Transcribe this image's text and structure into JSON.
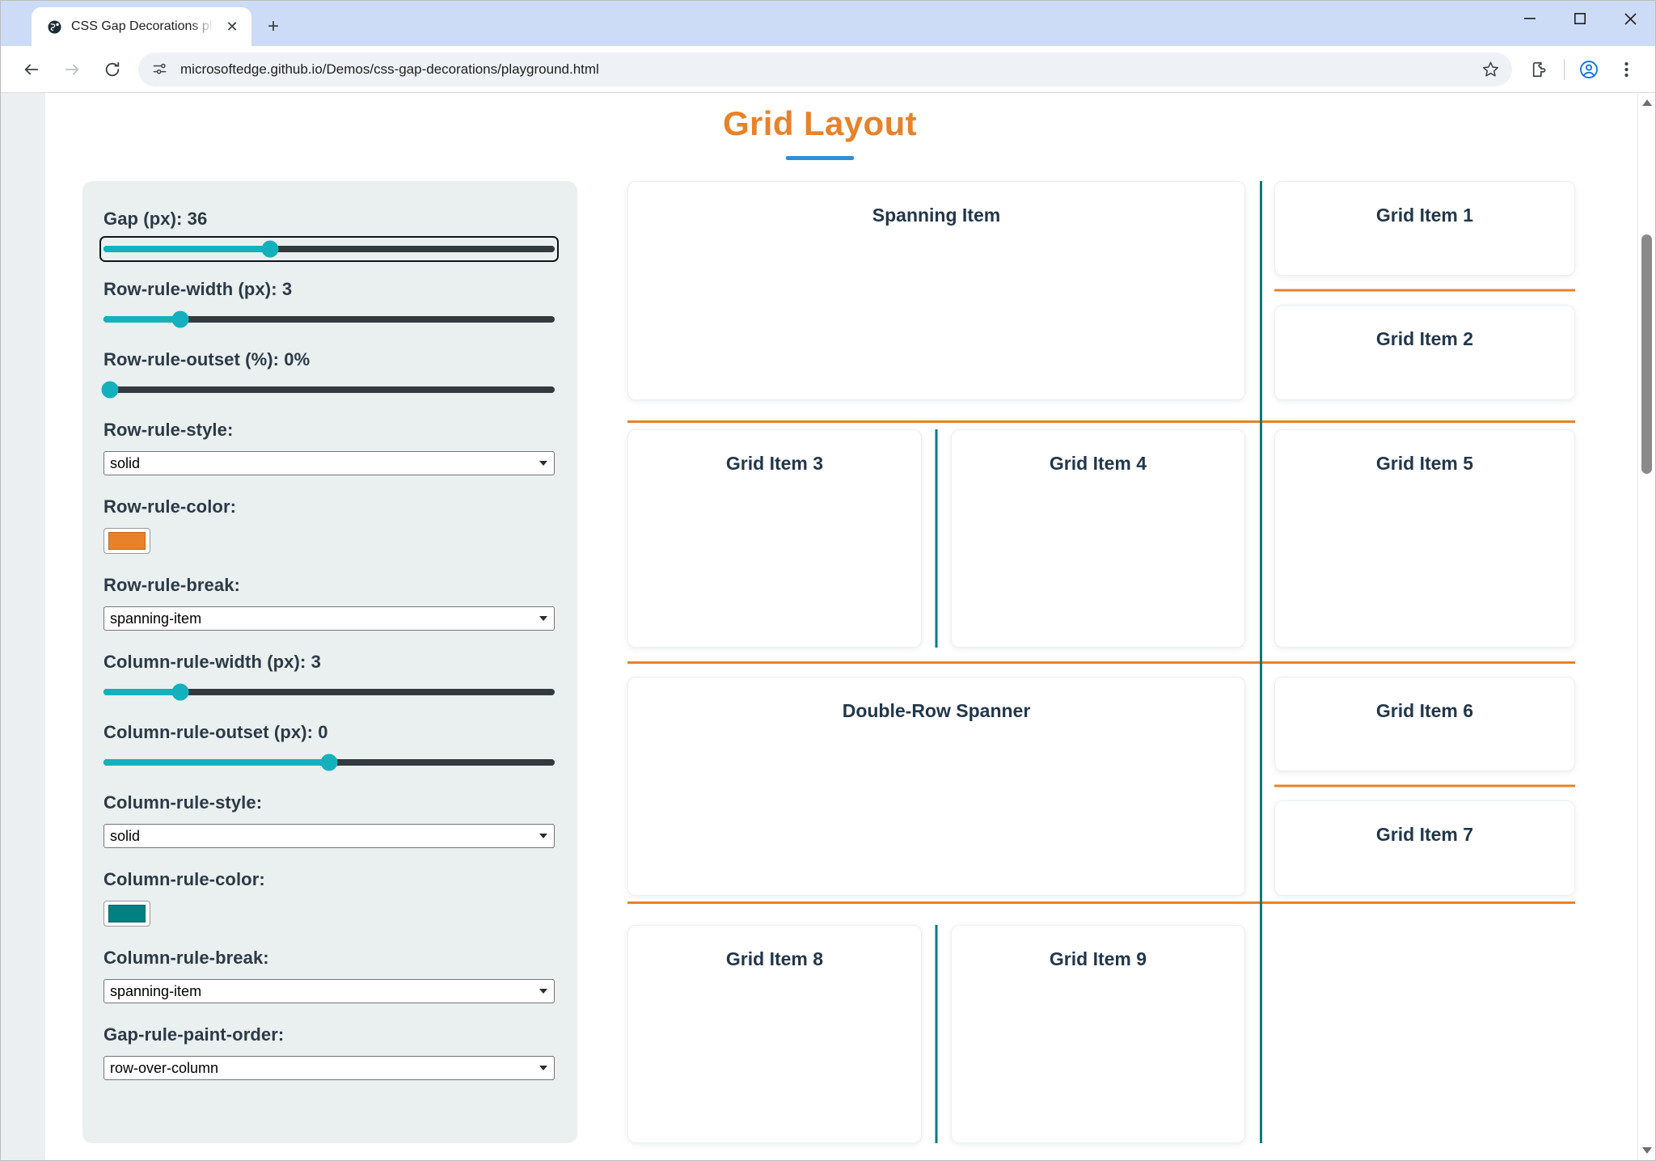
{
  "browser": {
    "tab": {
      "title": "CSS Gap Decorations playground",
      "favicon": "globe-icon",
      "close": "✕"
    },
    "new_tab_label": "+",
    "window_controls": {
      "minimize": "–",
      "maximize": "□",
      "close": "✕"
    },
    "nav": {
      "back": "←",
      "forward": "→",
      "reload": "⟳"
    },
    "omnibox": {
      "url": "microsoftedge.github.io/Demos/css-gap-decorations/playground.html",
      "site_info_icon": "site-settings-icon",
      "star_icon": "bookmark-star-icon"
    },
    "toolbar_icons": [
      "extensions-icon",
      "profile-icon",
      "more-menu-icon"
    ]
  },
  "page": {
    "title": "Grid Layout",
    "panel": {
      "controls": [
        {
          "id": "gap",
          "label": "Gap (px): 36",
          "type": "range",
          "percent": 37,
          "focused": true
        },
        {
          "id": "row-rule-width",
          "label": "Row-rule-width (px): 3",
          "type": "range",
          "percent": 17,
          "focused": false
        },
        {
          "id": "row-rule-outset",
          "label": "Row-rule-outset (%): 0%",
          "type": "range",
          "percent": 1,
          "focused": false
        },
        {
          "id": "row-rule-style",
          "label": "Row-rule-style:",
          "type": "select",
          "value": "solid"
        },
        {
          "id": "row-rule-color",
          "label": "Row-rule-color:",
          "type": "color",
          "value": "#e8822a"
        },
        {
          "id": "row-rule-break",
          "label": "Row-rule-break:",
          "type": "select",
          "value": "spanning-item"
        },
        {
          "id": "column-rule-width",
          "label": "Column-rule-width (px): 3",
          "type": "range",
          "percent": 17,
          "focused": false
        },
        {
          "id": "column-rule-outset",
          "label": "Column-rule-outset (px): 0",
          "type": "range",
          "percent": 50,
          "focused": false
        },
        {
          "id": "column-rule-style",
          "label": "Column-rule-style:",
          "type": "select",
          "value": "solid"
        },
        {
          "id": "column-rule-color",
          "label": "Column-rule-color:",
          "type": "color",
          "value": "#008080"
        },
        {
          "id": "column-rule-break",
          "label": "Column-rule-break:",
          "type": "select",
          "value": "spanning-item"
        },
        {
          "id": "gap-rule-paint-order",
          "label": "Gap-rule-paint-order:",
          "type": "select",
          "value": "row-over-column"
        }
      ]
    },
    "grid": {
      "items": [
        {
          "name": "spanning-item",
          "label": "Spanning Item"
        },
        {
          "name": "grid-item-1",
          "label": "Grid Item 1"
        },
        {
          "name": "grid-item-2",
          "label": "Grid Item 2"
        },
        {
          "name": "grid-item-3",
          "label": "Grid Item 3"
        },
        {
          "name": "grid-item-4",
          "label": "Grid Item 4"
        },
        {
          "name": "grid-item-5",
          "label": "Grid Item 5"
        },
        {
          "name": "double-row-spanner",
          "label": "Double-Row Spanner"
        },
        {
          "name": "grid-item-6",
          "label": "Grid Item 6"
        },
        {
          "name": "grid-item-7",
          "label": "Grid Item 7"
        },
        {
          "name": "grid-item-8",
          "label": "Grid Item 8"
        },
        {
          "name": "grid-item-9",
          "label": "Grid Item 9"
        }
      ]
    },
    "colors": {
      "title": "#e8822a",
      "title_underline": "#2f8fd6",
      "row_rule": "#e8822a",
      "column_rule": "#0d7a7a",
      "slider_fill": "#14b1bd",
      "slider_track": "#333a3e",
      "panel_bg": "#eaeff0",
      "text": "#22374b"
    }
  }
}
